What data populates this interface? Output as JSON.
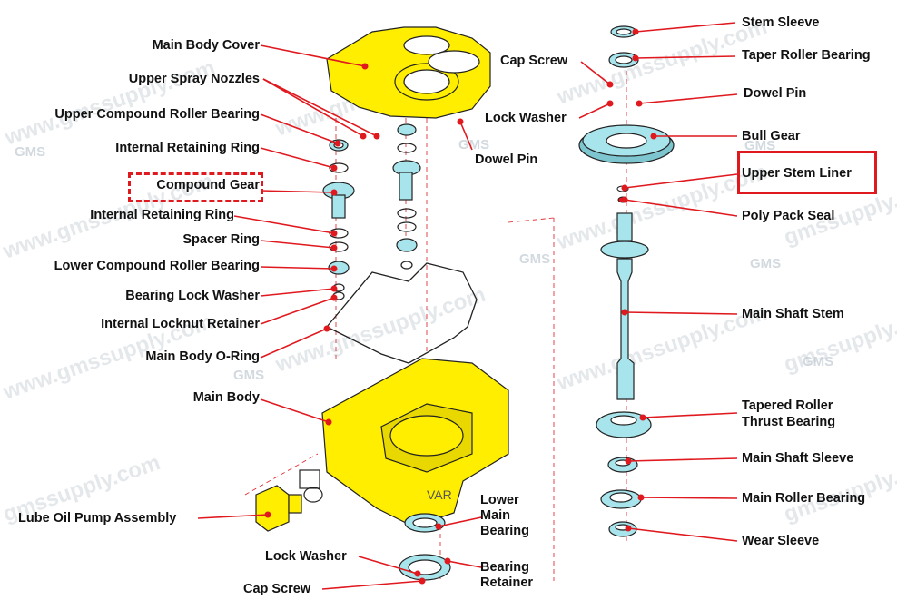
{
  "watermark": "www.gmssupply.com",
  "watermark_short": "gmssupply.com",
  "logo": "GMS",
  "colors": {
    "leader_line": "#e0191f",
    "dot": "#e0191f",
    "housing": "#ffee00",
    "shaft": "#a8e4ec",
    "highlight_box": "#e0191f"
  },
  "housing_text": "VAR",
  "labels": {
    "main_body_cover": "Main Body Cover",
    "upper_spray_nozzles": "Upper Spray Nozzles",
    "upper_compound_roller_bearing": "Upper Compound Roller Bearing",
    "internal_retaining_ring_1": "Internal Retaining Ring",
    "compound_gear": "Compound Gear",
    "internal_retaining_ring_2": "Internal Retaining Ring",
    "spacer_ring": "Spacer Ring",
    "lower_compound_roller_bearing": "Lower Compound Roller Bearing",
    "bearing_lock_washer": "Bearing Lock Washer",
    "internal_locknut_retainer": "Internal Locknut Retainer",
    "main_body_o_ring": "Main Body O-Ring",
    "main_body": "Main Body",
    "lube_oil_pump_assembly": "Lube Oil Pump Assembly",
    "lock_washer_bottom": "Lock Washer",
    "cap_screw_bottom": "Cap Screw",
    "lower_main_bearing_1": "Lower",
    "lower_main_bearing_2": "Main",
    "lower_main_bearing_3": "Bearing",
    "bearing_retainer_1": "Bearing",
    "bearing_retainer_2": "Retainer",
    "cap_screw_top": "Cap Screw",
    "lock_washer_top": "Lock Washer",
    "dowel_pin_left": "Dowel Pin",
    "stem_sleeve": "Stem Sleeve",
    "taper_roller_bearing": "Taper Roller Bearing",
    "dowel_pin_right": "Dowel Pin",
    "bull_gear": "Bull Gear",
    "upper_stem_liner": "Upper Stem Liner",
    "poly_pack_seal": "Poly Pack Seal",
    "main_shaft_stem": "Main Shaft Stem",
    "tapered_roller_thrust_bearing_1": "Tapered Roller",
    "tapered_roller_thrust_bearing_2": "Thrust Bearing",
    "main_shaft_sleeve": "Main Shaft Sleeve",
    "main_roller_bearing": "Main Roller Bearing",
    "wear_sleeve": "Wear Sleeve"
  }
}
